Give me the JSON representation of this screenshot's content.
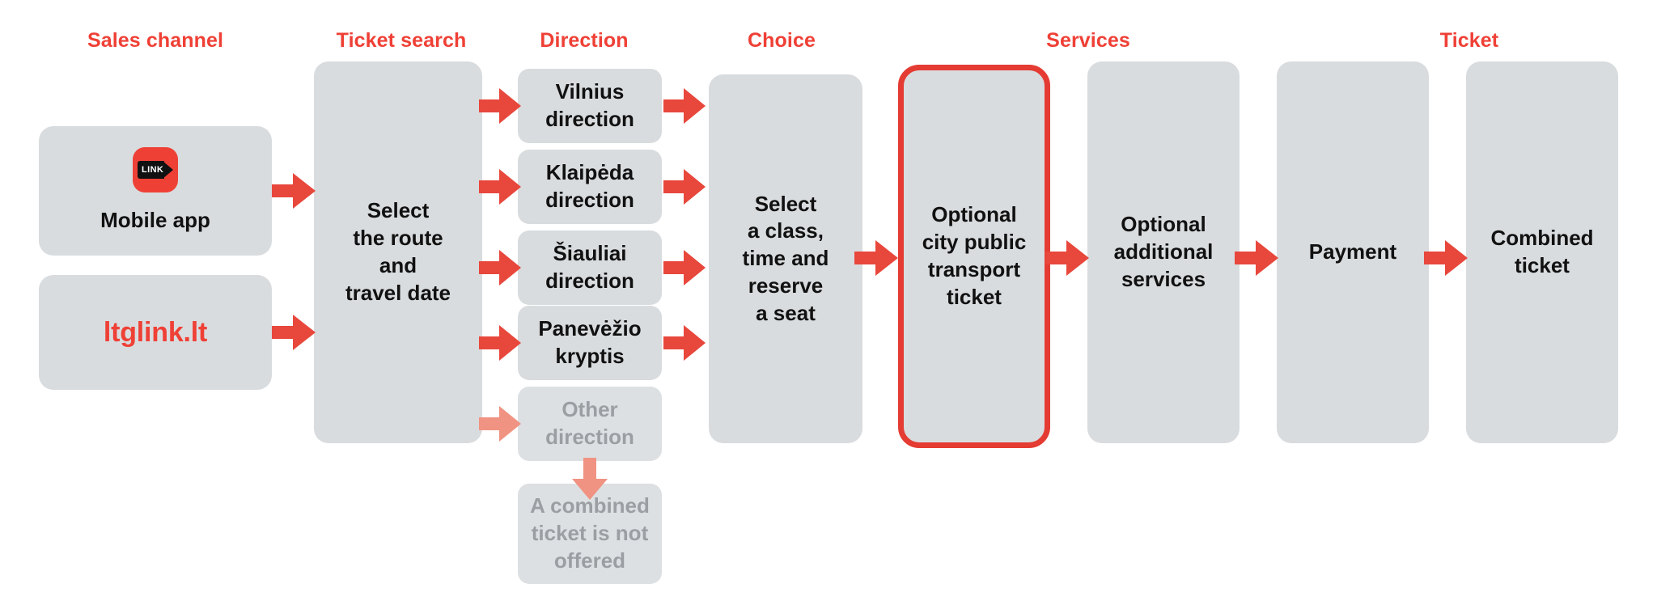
{
  "diagram": {
    "title_colors": {
      "accent": "#ef4036",
      "arrow": "#e8473c",
      "arrow_faded": "#f09382",
      "node_bg": "#d9dcde",
      "node_text": "#111111",
      "faded_text": "#9b9fa3",
      "highlight_border": "#e43b33",
      "background": "#ffffff"
    },
    "columns": [
      {
        "id": "sales-channel",
        "label": "Sales channel"
      },
      {
        "id": "ticket-search",
        "label": "Ticket search"
      },
      {
        "id": "direction",
        "label": "Direction"
      },
      {
        "id": "choice",
        "label": "Choice"
      },
      {
        "id": "services",
        "label": "Services"
      },
      {
        "id": "ticket",
        "label": "Ticket"
      }
    ],
    "nodes": {
      "mobile_app": {
        "label": "Mobile app",
        "icon": "link-app-logo",
        "state": "normal"
      },
      "website": {
        "label": "ltglink.lt",
        "state": "normal",
        "style": "brand"
      },
      "select_route": {
        "label": "Select\nthe route\nand\ntravel date",
        "state": "normal"
      },
      "vilnius": {
        "label": "Vilnius\ndirection",
        "state": "normal"
      },
      "klaipeda": {
        "label": "Klaipėda\ndirection",
        "state": "normal"
      },
      "siauliai": {
        "label": "Šiauliai\ndirection",
        "state": "normal"
      },
      "panevezio": {
        "label": "Panevėžio\nkryptis",
        "state": "normal"
      },
      "other_direction": {
        "label": "Other\ndirection",
        "state": "faded"
      },
      "not_offered": {
        "label": "A combined\nticket is not\noffered",
        "state": "faded"
      },
      "select_class": {
        "label": "Select\na class,\ntime and\nreserve\na seat",
        "state": "normal"
      },
      "city_transport": {
        "label": "Optional\ncity public\ntransport\nticket",
        "state": "highlighted"
      },
      "extra_services": {
        "label": "Optional\nadditional\nservices",
        "state": "normal"
      },
      "payment": {
        "label": "Payment",
        "state": "normal"
      },
      "combined_ticket": {
        "label": "Combined\nticket",
        "state": "normal"
      }
    },
    "logo": {
      "pennant_text": "LINK"
    },
    "arrows": [
      {
        "id": "mobile-to-search",
        "from": "mobile_app",
        "to": "select_route",
        "direction": "right",
        "state": "normal"
      },
      {
        "id": "website-to-search",
        "from": "website",
        "to": "select_route",
        "direction": "right",
        "state": "normal"
      },
      {
        "id": "search-to-vilnius",
        "from": "select_route",
        "to": "vilnius",
        "direction": "right",
        "state": "normal"
      },
      {
        "id": "search-to-klaipeda",
        "from": "select_route",
        "to": "klaipeda",
        "direction": "right",
        "state": "normal"
      },
      {
        "id": "search-to-siauliai",
        "from": "select_route",
        "to": "siauliai",
        "direction": "right",
        "state": "normal"
      },
      {
        "id": "search-to-panevezio",
        "from": "select_route",
        "to": "panevezio",
        "direction": "right",
        "state": "normal"
      },
      {
        "id": "search-to-other",
        "from": "select_route",
        "to": "other_direction",
        "direction": "right",
        "state": "faded"
      },
      {
        "id": "vilnius-to-choice",
        "from": "vilnius",
        "to": "select_class",
        "direction": "right",
        "state": "normal"
      },
      {
        "id": "klaipeda-to-choice",
        "from": "klaipeda",
        "to": "select_class",
        "direction": "right",
        "state": "normal"
      },
      {
        "id": "siauliai-to-choice",
        "from": "siauliai",
        "to": "select_class",
        "direction": "right",
        "state": "normal"
      },
      {
        "id": "panevezio-to-choice",
        "from": "panevezio",
        "to": "select_class",
        "direction": "right",
        "state": "normal"
      },
      {
        "id": "other-to-not-offered",
        "from": "other_direction",
        "to": "not_offered",
        "direction": "down",
        "state": "faded"
      },
      {
        "id": "choice-to-city-transport",
        "from": "select_class",
        "to": "city_transport",
        "direction": "right",
        "state": "normal"
      },
      {
        "id": "city-transport-to-extras",
        "from": "city_transport",
        "to": "extra_services",
        "direction": "right",
        "state": "normal"
      },
      {
        "id": "extras-to-payment",
        "from": "extra_services",
        "to": "payment",
        "direction": "right",
        "state": "normal"
      },
      {
        "id": "payment-to-combined",
        "from": "payment",
        "to": "combined_ticket",
        "direction": "right",
        "state": "normal"
      }
    ]
  }
}
